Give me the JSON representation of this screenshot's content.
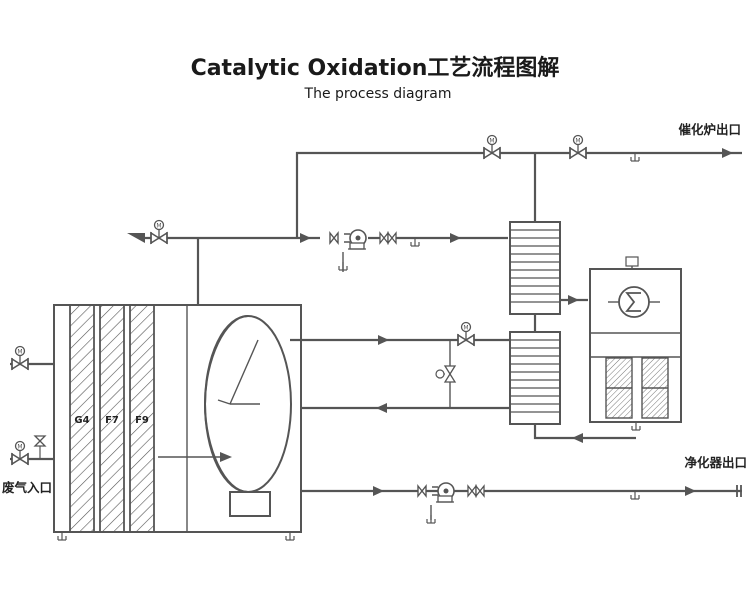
{
  "title": "Catalytic Oxidation工艺流程图解",
  "subtitle": "The process diagram",
  "labels": {
    "catalytic_outlet": "催化炉出口",
    "purifier_outlet": "净化器出口",
    "exhaust_inlet": "废气入口"
  },
  "filters": [
    "G4",
    "F7",
    "F9"
  ],
  "colors": {
    "line": "#555555",
    "text": "#222222"
  },
  "icons": [
    "motor-valve-icon",
    "fan-icon",
    "heater-icon",
    "drain-icon",
    "arrow-icon"
  ]
}
